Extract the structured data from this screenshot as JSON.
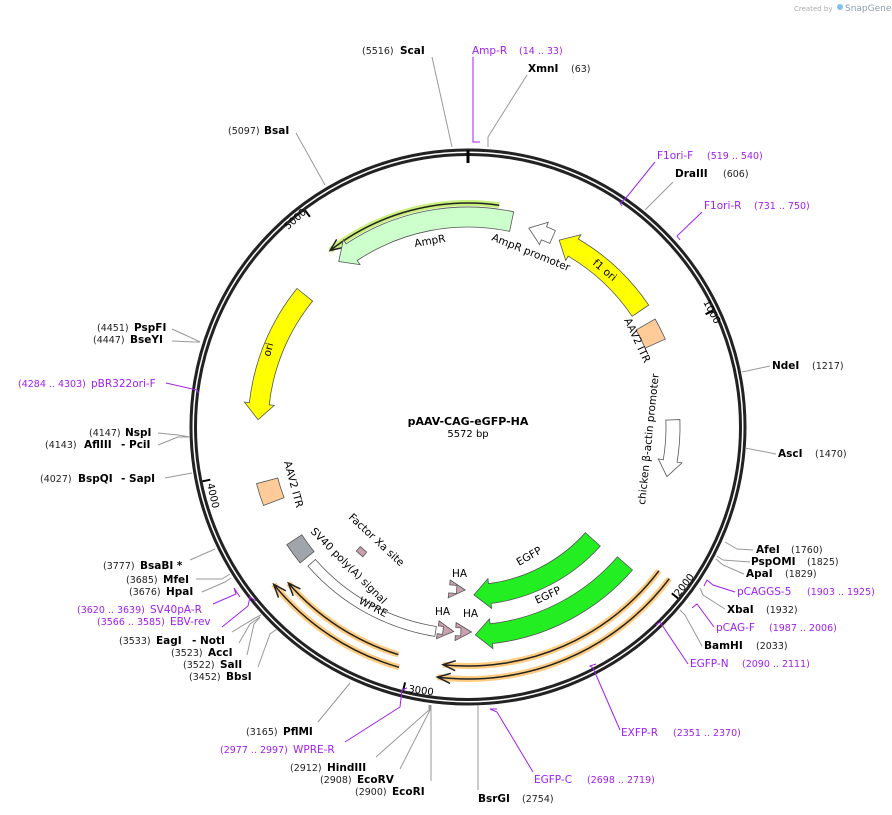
{
  "logo": {
    "created_by": "Created by",
    "brand": "SnapGene"
  },
  "plasmid": {
    "name": "pAAV-CAG-eGFP-HA",
    "length": "5572 bp"
  },
  "ticks": [
    "1000",
    "2000",
    "3000",
    "4000",
    "5000"
  ],
  "features": {
    "ampr": "AmpR",
    "ampr_promoter": "AmpR promoter",
    "f1_ori": "f1 ori",
    "aav2_itr_right": "AAV2 ITR",
    "cba_promoter": "chicken β-actin promoter",
    "egfp_inner": "EGFP",
    "egfp_outer": "EGFP",
    "ha1": "HA",
    "ha2": "HA",
    "ha3": "HA",
    "wpre": "WPRE",
    "sv40": "SV40 poly(A) signal",
    "factor_xa": "Factor Xa site",
    "aav2_itr_left": "AAV2 ITR",
    "ori": "ori"
  },
  "enzymes": [
    {
      "name": "ScaI",
      "pos": "(5516)"
    },
    {
      "name": "XmnI",
      "pos": "(63)"
    },
    {
      "name": "BsaI",
      "pos": "(5097)"
    },
    {
      "name": "DraIII",
      "pos": "(606)"
    },
    {
      "name": "NdeI",
      "pos": "(1217)"
    },
    {
      "name": "AscI",
      "pos": "(1470)"
    },
    {
      "name": "AfeI",
      "pos": "(1760)"
    },
    {
      "name": "PspOMI",
      "pos": "(1825)"
    },
    {
      "name": "ApaI",
      "pos": "(1829)"
    },
    {
      "name": "XbaI",
      "pos": "(1932)"
    },
    {
      "name": "BamHI",
      "pos": "(2033)"
    },
    {
      "name": "BsrGI",
      "pos": "(2754)"
    },
    {
      "name": "EcoRI",
      "pos": "(2900)"
    },
    {
      "name": "EcoRV",
      "pos": "(2908)"
    },
    {
      "name": "HindIII",
      "pos": "(2912)"
    },
    {
      "name": "PflMI",
      "pos": "(3165)"
    },
    {
      "name": "BbsI",
      "pos": "(3452)"
    },
    {
      "name": "SalI",
      "pos": "(3522)"
    },
    {
      "name": "AccI",
      "pos": "(3523)"
    },
    {
      "name": "EagI",
      "pos": "(3533)",
      "also": "- NotI"
    },
    {
      "name": "HpaI",
      "pos": "(3676)"
    },
    {
      "name": "MfeI",
      "pos": "(3685)"
    },
    {
      "name": "BsaBI *",
      "pos": "(3777)"
    },
    {
      "name": "BspQI",
      "pos": "(4027)",
      "also": "- SapI"
    },
    {
      "name": "AflIII",
      "pos": "(4143)",
      "also": "- PciI"
    },
    {
      "name": "NspI",
      "pos": "(4147)"
    },
    {
      "name": "BseYI",
      "pos": "(4447)"
    },
    {
      "name": "PspFI",
      "pos": "(4451)"
    }
  ],
  "primers": [
    {
      "name": "Amp-R",
      "range": "(14 .. 33)"
    },
    {
      "name": "F1ori-F",
      "range": "(519 .. 540)"
    },
    {
      "name": "F1ori-R",
      "range": "(731 .. 750)"
    },
    {
      "name": "pCAGGS-5",
      "range": "(1903 .. 1925)"
    },
    {
      "name": "pCAG-F",
      "range": "(1987 .. 2006)"
    },
    {
      "name": "EGFP-N",
      "range": "(2090 .. 2111)"
    },
    {
      "name": "EXFP-R",
      "range": "(2351 .. 2370)"
    },
    {
      "name": "EGFP-C",
      "range": "(2698 .. 2719)"
    },
    {
      "name": "WPRE-R",
      "range": "(2977 .. 2997)"
    },
    {
      "name": "EBV-rev",
      "range": "(3566 .. 3585)"
    },
    {
      "name": "SV40pA-R",
      "range": "(3620 .. 3639)"
    },
    {
      "name": "pBR322ori-F",
      "range": "(4284 .. 4303)"
    }
  ],
  "colors": {
    "primer": "#a020f0",
    "ampr": "#ccffcc",
    "ori": "#ffff00",
    "itr": "#ffcc99",
    "egfp": "#22ee22",
    "orf_glow": "#ffcc80",
    "sv40": "#a0a4ab",
    "tag": "#c9a0b0"
  }
}
